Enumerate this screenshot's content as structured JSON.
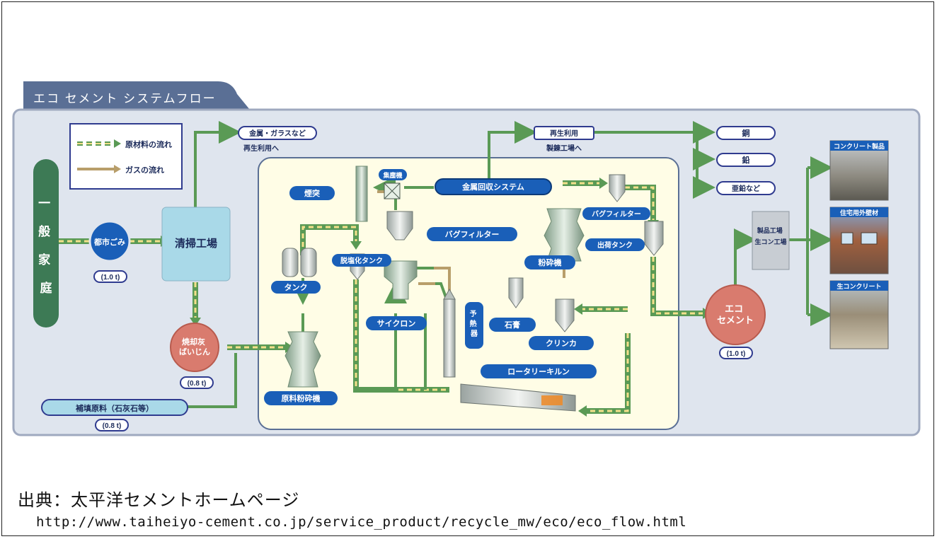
{
  "colors": {
    "panel": "#dfe5ee",
    "panel_border": "#9fa9bf",
    "inner": "#fffde6",
    "green": "#5a9a55",
    "dark_green": "#3d7a55",
    "pill_blue": "#1a5fb8",
    "box_lightblue": "#a9d9e8",
    "box_red": "#d97b6e",
    "dashed_yellow": "#f3e08b"
  },
  "header": {
    "title": "エコ セメント システムフロー"
  },
  "legend": {
    "raw_flow": "原材料の流れ",
    "gas_flow": "ガスの流れ"
  },
  "sources": {
    "household": "一般家庭",
    "city_waste": "都市ごみ",
    "city_waste_qty": "(1.0 t)",
    "incinerator": "清掃工場",
    "incin_ash": "焼却灰\nばいじん",
    "incin_ash_qty": "(0.8 t)",
    "supplement": "補填原料（石灰石等）",
    "supplement_qty": "(0.8 t)"
  },
  "recycle": {
    "metal_glass": "金属・ガラスなど",
    "metal_glass_dest": "再生利用へ",
    "recycled_use": "再生利用",
    "smelter_dest": "製錬工場へ",
    "out_1": "銅",
    "out_2": "鉛",
    "out_3": "亜鉛など"
  },
  "plant": {
    "chimney": "煙突",
    "dust_collector": "集塵機",
    "metal_recovery": "金属回収システム",
    "bag_filter_1": "バグフィルター",
    "bag_filter_2": "バグフィルター",
    "shipping_tank": "出荷タンク",
    "neutral_tank": "脱塩化タンク",
    "tank": "タンク",
    "mill": "粉砕機",
    "cyclone": "サイクロン",
    "preheater": "予熱器",
    "gypsum": "石膏",
    "clinker": "クリンカ",
    "rotary_kiln": "ロータリーキルン",
    "raw_mill": "原料粉砕機"
  },
  "product": {
    "eco_cement": "エコ\nセメント",
    "eco_cement_qty": "(1.0 t)",
    "factory": "製品工場\n生コン工場",
    "concrete_products": "コンクリート製品",
    "housing": "住宅用外壁材",
    "ready_mix": "生コンクリート"
  },
  "caption": {
    "source": "出典：太平洋セメントホームページ",
    "url": "http://www.taiheiyo-cement.co.jp/service_product/recycle_mw/eco/eco_flow.html"
  }
}
